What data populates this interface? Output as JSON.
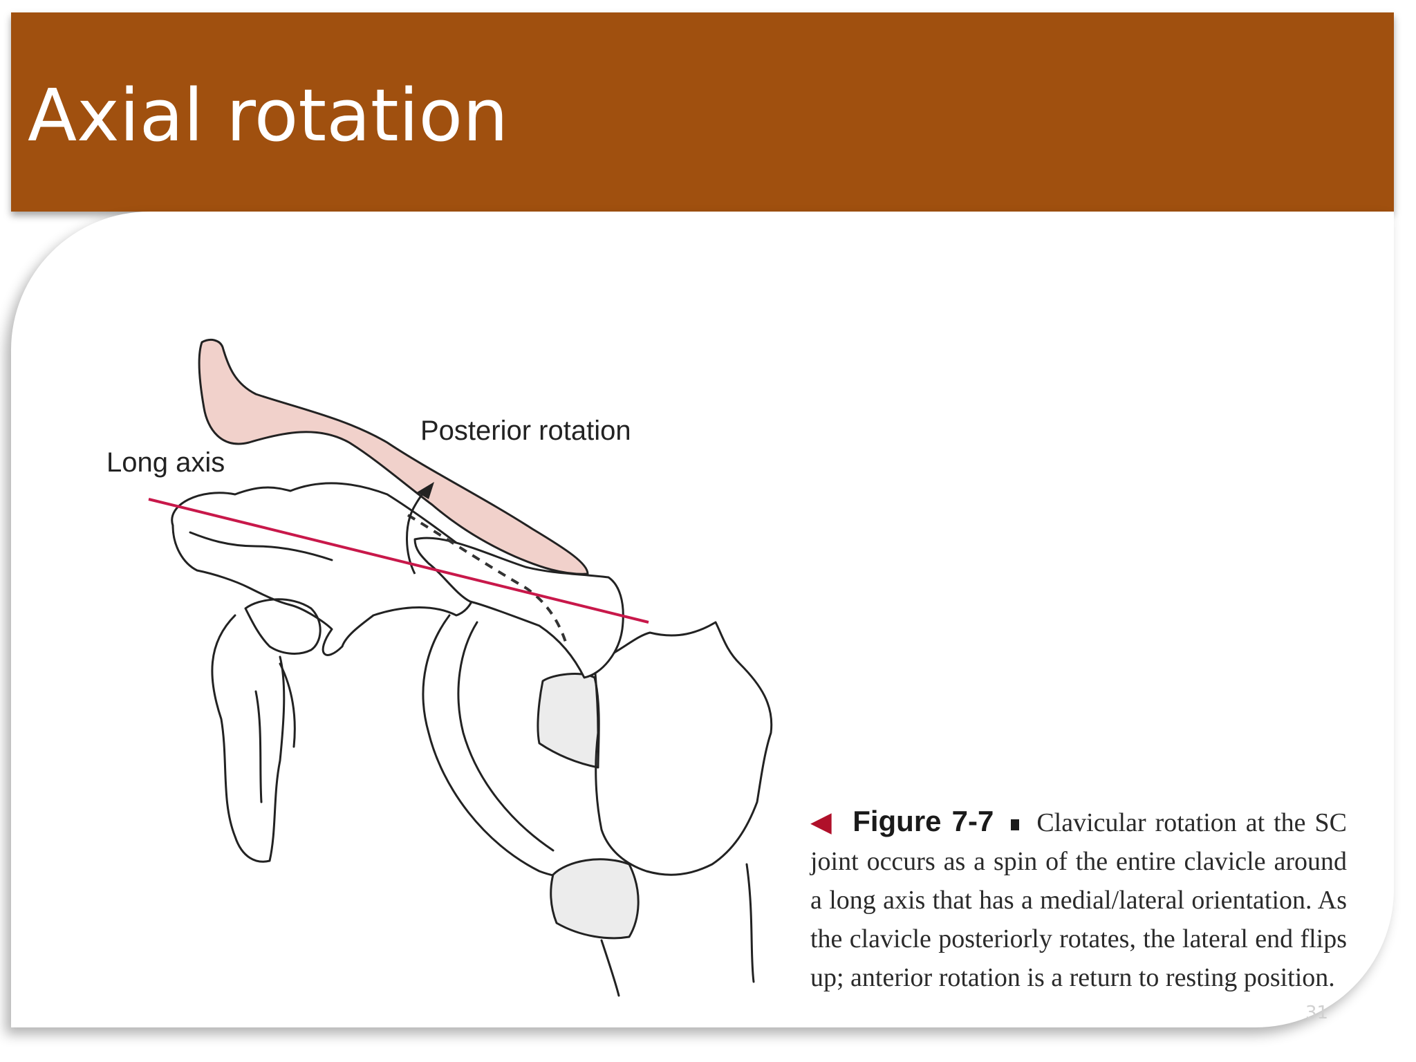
{
  "slide": {
    "title": "Axial rotation",
    "page_number": "31",
    "colors": {
      "title_bar": "#a0500f",
      "title_text": "#ffffff",
      "axis_line": "#c8184a",
      "clavicle_fill": "#f1d1cb",
      "caption_marker": "#b0102a"
    }
  },
  "figure": {
    "label_posterior_rotation": "Posterior rotation",
    "label_long_axis": "Long axis",
    "caption": {
      "figure_number": "Figure 7-7",
      "text": "Clavicular rotation at the SC joint occurs as a spin of the entire clavicle around a long axis that has a medial/lateral orientation. As the clavicle posteriorly rotates, the lateral end flips up; anterior rotation is a return to resting position."
    }
  }
}
